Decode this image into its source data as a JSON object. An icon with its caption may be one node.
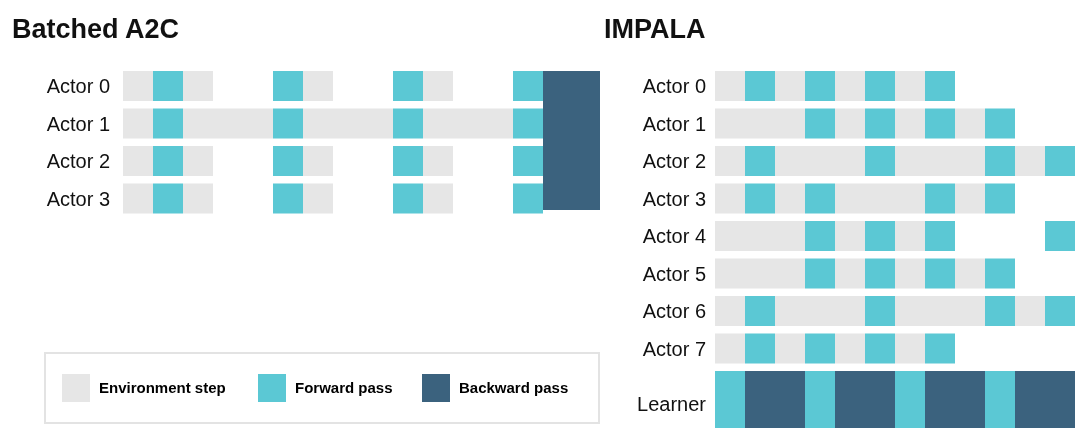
{
  "diagram": {
    "labels": [
      "Batched A2C",
      "IMPALA",
      "Actor 0",
      "Actor 1",
      "Actor 2",
      "Actor 3",
      "Actor 0",
      "Actor 1",
      "Actor 2",
      "Actor 3",
      "Actor 4",
      "Actor 5",
      "Actor 6",
      "Actor 7",
      "Learner"
    ],
    "legend": [
      {
        "text": "Environment step",
        "color": "#e6e6e6"
      },
      {
        "text": "Forward pass",
        "color": "#5bc8d4"
      },
      {
        "text": "Backward pass",
        "color": "#3b627e"
      }
    ]
  }
}
